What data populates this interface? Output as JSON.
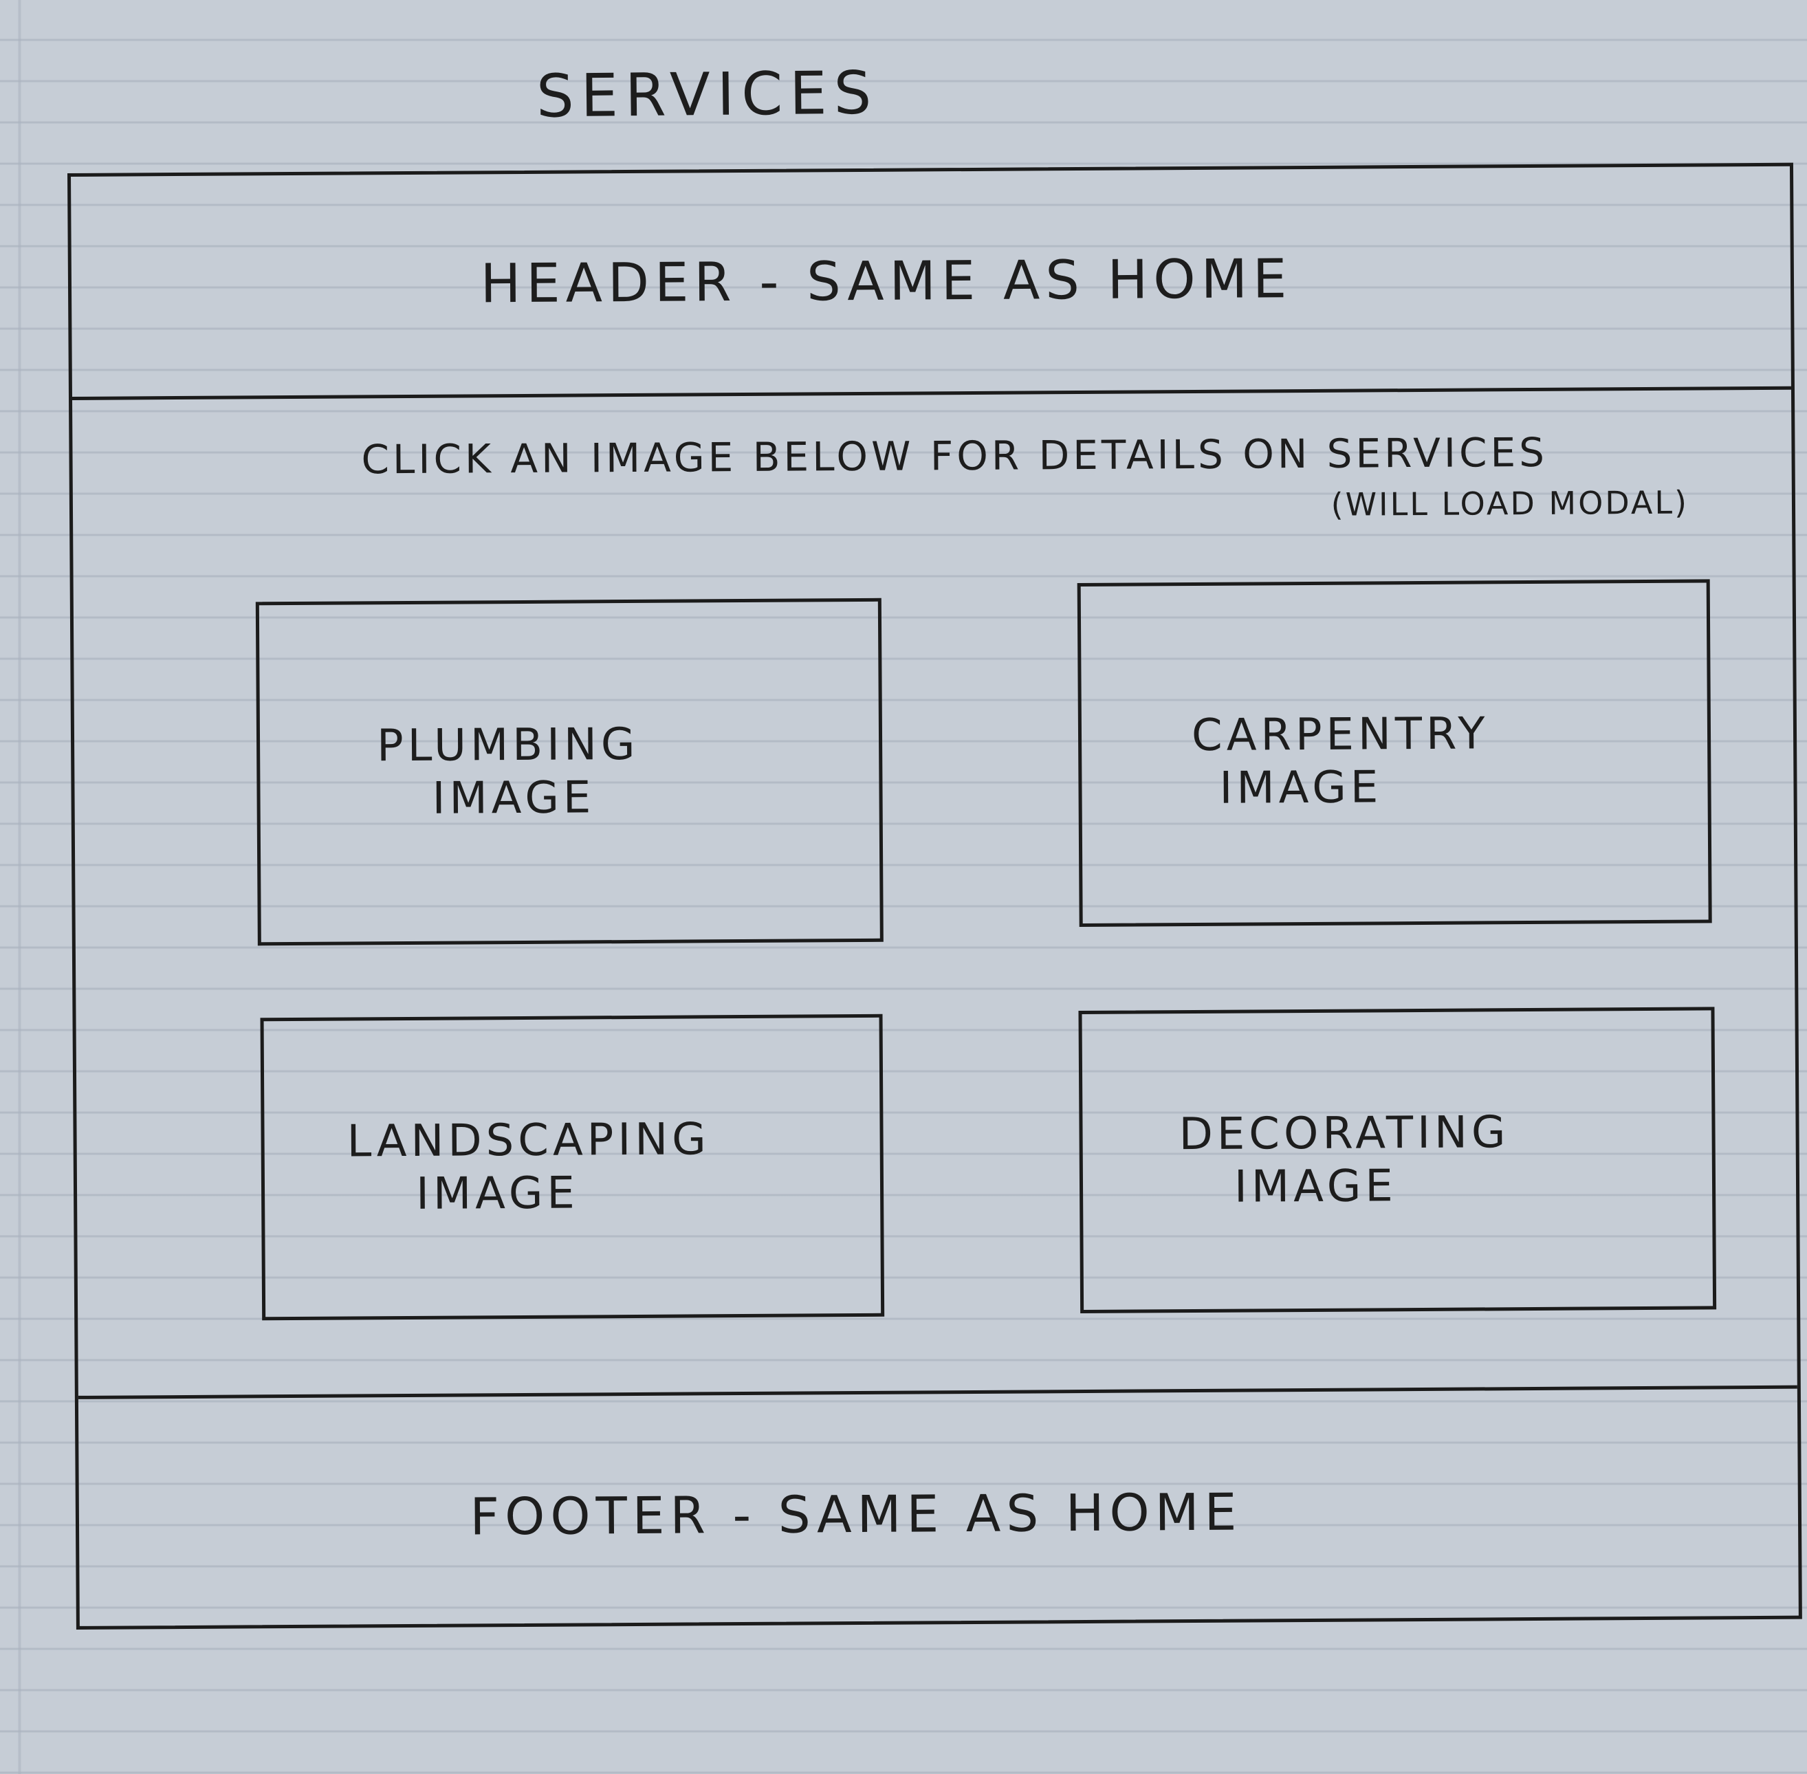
{
  "page": {
    "title": "SERVICES"
  },
  "header": {
    "label": "HEADER - SAME AS HOME"
  },
  "main": {
    "instructions": "CLICK AN IMAGE BELOW FOR DETAILS ON SERVICES",
    "instructions_note": "(WILL LOAD MODAL)",
    "tiles": [
      {
        "line1": "PLUMBING",
        "line2": "IMAGE"
      },
      {
        "line1": "CARPENTRY",
        "line2": "IMAGE"
      },
      {
        "line1": "LANDSCAPING",
        "line2": "IMAGE"
      },
      {
        "line1": "DECORATING",
        "line2": "IMAGE"
      }
    ]
  },
  "footer": {
    "label": "FOOTER - SAME AS HOME"
  }
}
